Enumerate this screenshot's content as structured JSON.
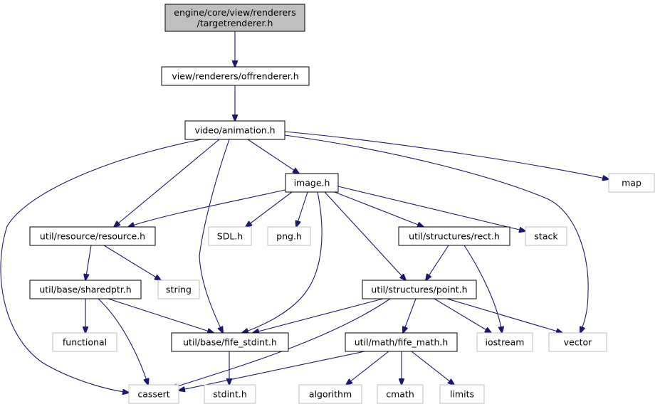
{
  "graph": {
    "nodes": [
      {
        "id": "targetrenderer",
        "lines": [
          "engine/core/view/renderers",
          "/targetrenderer.h"
        ],
        "kind": "root"
      },
      {
        "id": "offrenderer",
        "lines": [
          "view/renderers/offrenderer.h"
        ],
        "kind": "local"
      },
      {
        "id": "animation",
        "lines": [
          "video/animation.h"
        ],
        "kind": "local"
      },
      {
        "id": "map",
        "lines": [
          "map"
        ],
        "kind": "external"
      },
      {
        "id": "image",
        "lines": [
          "image.h"
        ],
        "kind": "local"
      },
      {
        "id": "resource",
        "lines": [
          "util/resource/resource.h"
        ],
        "kind": "local"
      },
      {
        "id": "sdl",
        "lines": [
          "SDL.h"
        ],
        "kind": "external"
      },
      {
        "id": "png",
        "lines": [
          "png.h"
        ],
        "kind": "external"
      },
      {
        "id": "rect",
        "lines": [
          "util/structures/rect.h"
        ],
        "kind": "local"
      },
      {
        "id": "stack",
        "lines": [
          "stack"
        ],
        "kind": "external"
      },
      {
        "id": "sharedptr",
        "lines": [
          "util/base/sharedptr.h"
        ],
        "kind": "local"
      },
      {
        "id": "string",
        "lines": [
          "string"
        ],
        "kind": "external"
      },
      {
        "id": "point",
        "lines": [
          "util/structures/point.h"
        ],
        "kind": "local"
      },
      {
        "id": "functional",
        "lines": [
          "functional"
        ],
        "kind": "external"
      },
      {
        "id": "fife_stdint",
        "lines": [
          "util/base/fife_stdint.h"
        ],
        "kind": "local"
      },
      {
        "id": "fife_math",
        "lines": [
          "util/math/fife_math.h"
        ],
        "kind": "local"
      },
      {
        "id": "iostream",
        "lines": [
          "iostream"
        ],
        "kind": "external"
      },
      {
        "id": "vector",
        "lines": [
          "vector"
        ],
        "kind": "external"
      },
      {
        "id": "cassert",
        "lines": [
          "cassert"
        ],
        "kind": "external"
      },
      {
        "id": "stdint",
        "lines": [
          "stdint.h"
        ],
        "kind": "external"
      },
      {
        "id": "algorithm",
        "lines": [
          "algorithm"
        ],
        "kind": "external"
      },
      {
        "id": "cmath",
        "lines": [
          "cmath"
        ],
        "kind": "external"
      },
      {
        "id": "limits",
        "lines": [
          "limits"
        ],
        "kind": "external"
      }
    ],
    "edges": [
      [
        "targetrenderer",
        "offrenderer"
      ],
      [
        "offrenderer",
        "animation"
      ],
      [
        "animation",
        "cassert"
      ],
      [
        "animation",
        "resource"
      ],
      [
        "animation",
        "fife_stdint"
      ],
      [
        "animation",
        "image"
      ],
      [
        "animation",
        "map"
      ],
      [
        "animation",
        "vector"
      ],
      [
        "image",
        "resource"
      ],
      [
        "image",
        "sdl"
      ],
      [
        "image",
        "png"
      ],
      [
        "image",
        "fife_stdint"
      ],
      [
        "image",
        "point"
      ],
      [
        "image",
        "rect"
      ],
      [
        "image",
        "stack"
      ],
      [
        "resource",
        "sharedptr"
      ],
      [
        "resource",
        "string"
      ],
      [
        "sharedptr",
        "functional"
      ],
      [
        "sharedptr",
        "cassert"
      ],
      [
        "sharedptr",
        "fife_stdint"
      ],
      [
        "rect",
        "point"
      ],
      [
        "rect",
        "iostream"
      ],
      [
        "point",
        "fife_stdint"
      ],
      [
        "point",
        "cassert"
      ],
      [
        "point",
        "fife_math"
      ],
      [
        "point",
        "iostream"
      ],
      [
        "point",
        "vector"
      ],
      [
        "fife_stdint",
        "stdint"
      ],
      [
        "fife_math",
        "cassert"
      ],
      [
        "fife_math",
        "algorithm"
      ],
      [
        "fife_math",
        "cmath"
      ],
      [
        "fife_math",
        "limits"
      ]
    ]
  },
  "colors": {
    "root_fill": "#bfbfbf",
    "local_border": "#000000",
    "external_border": "#bfbfbf",
    "edge": "#191970",
    "label": "#000000"
  }
}
